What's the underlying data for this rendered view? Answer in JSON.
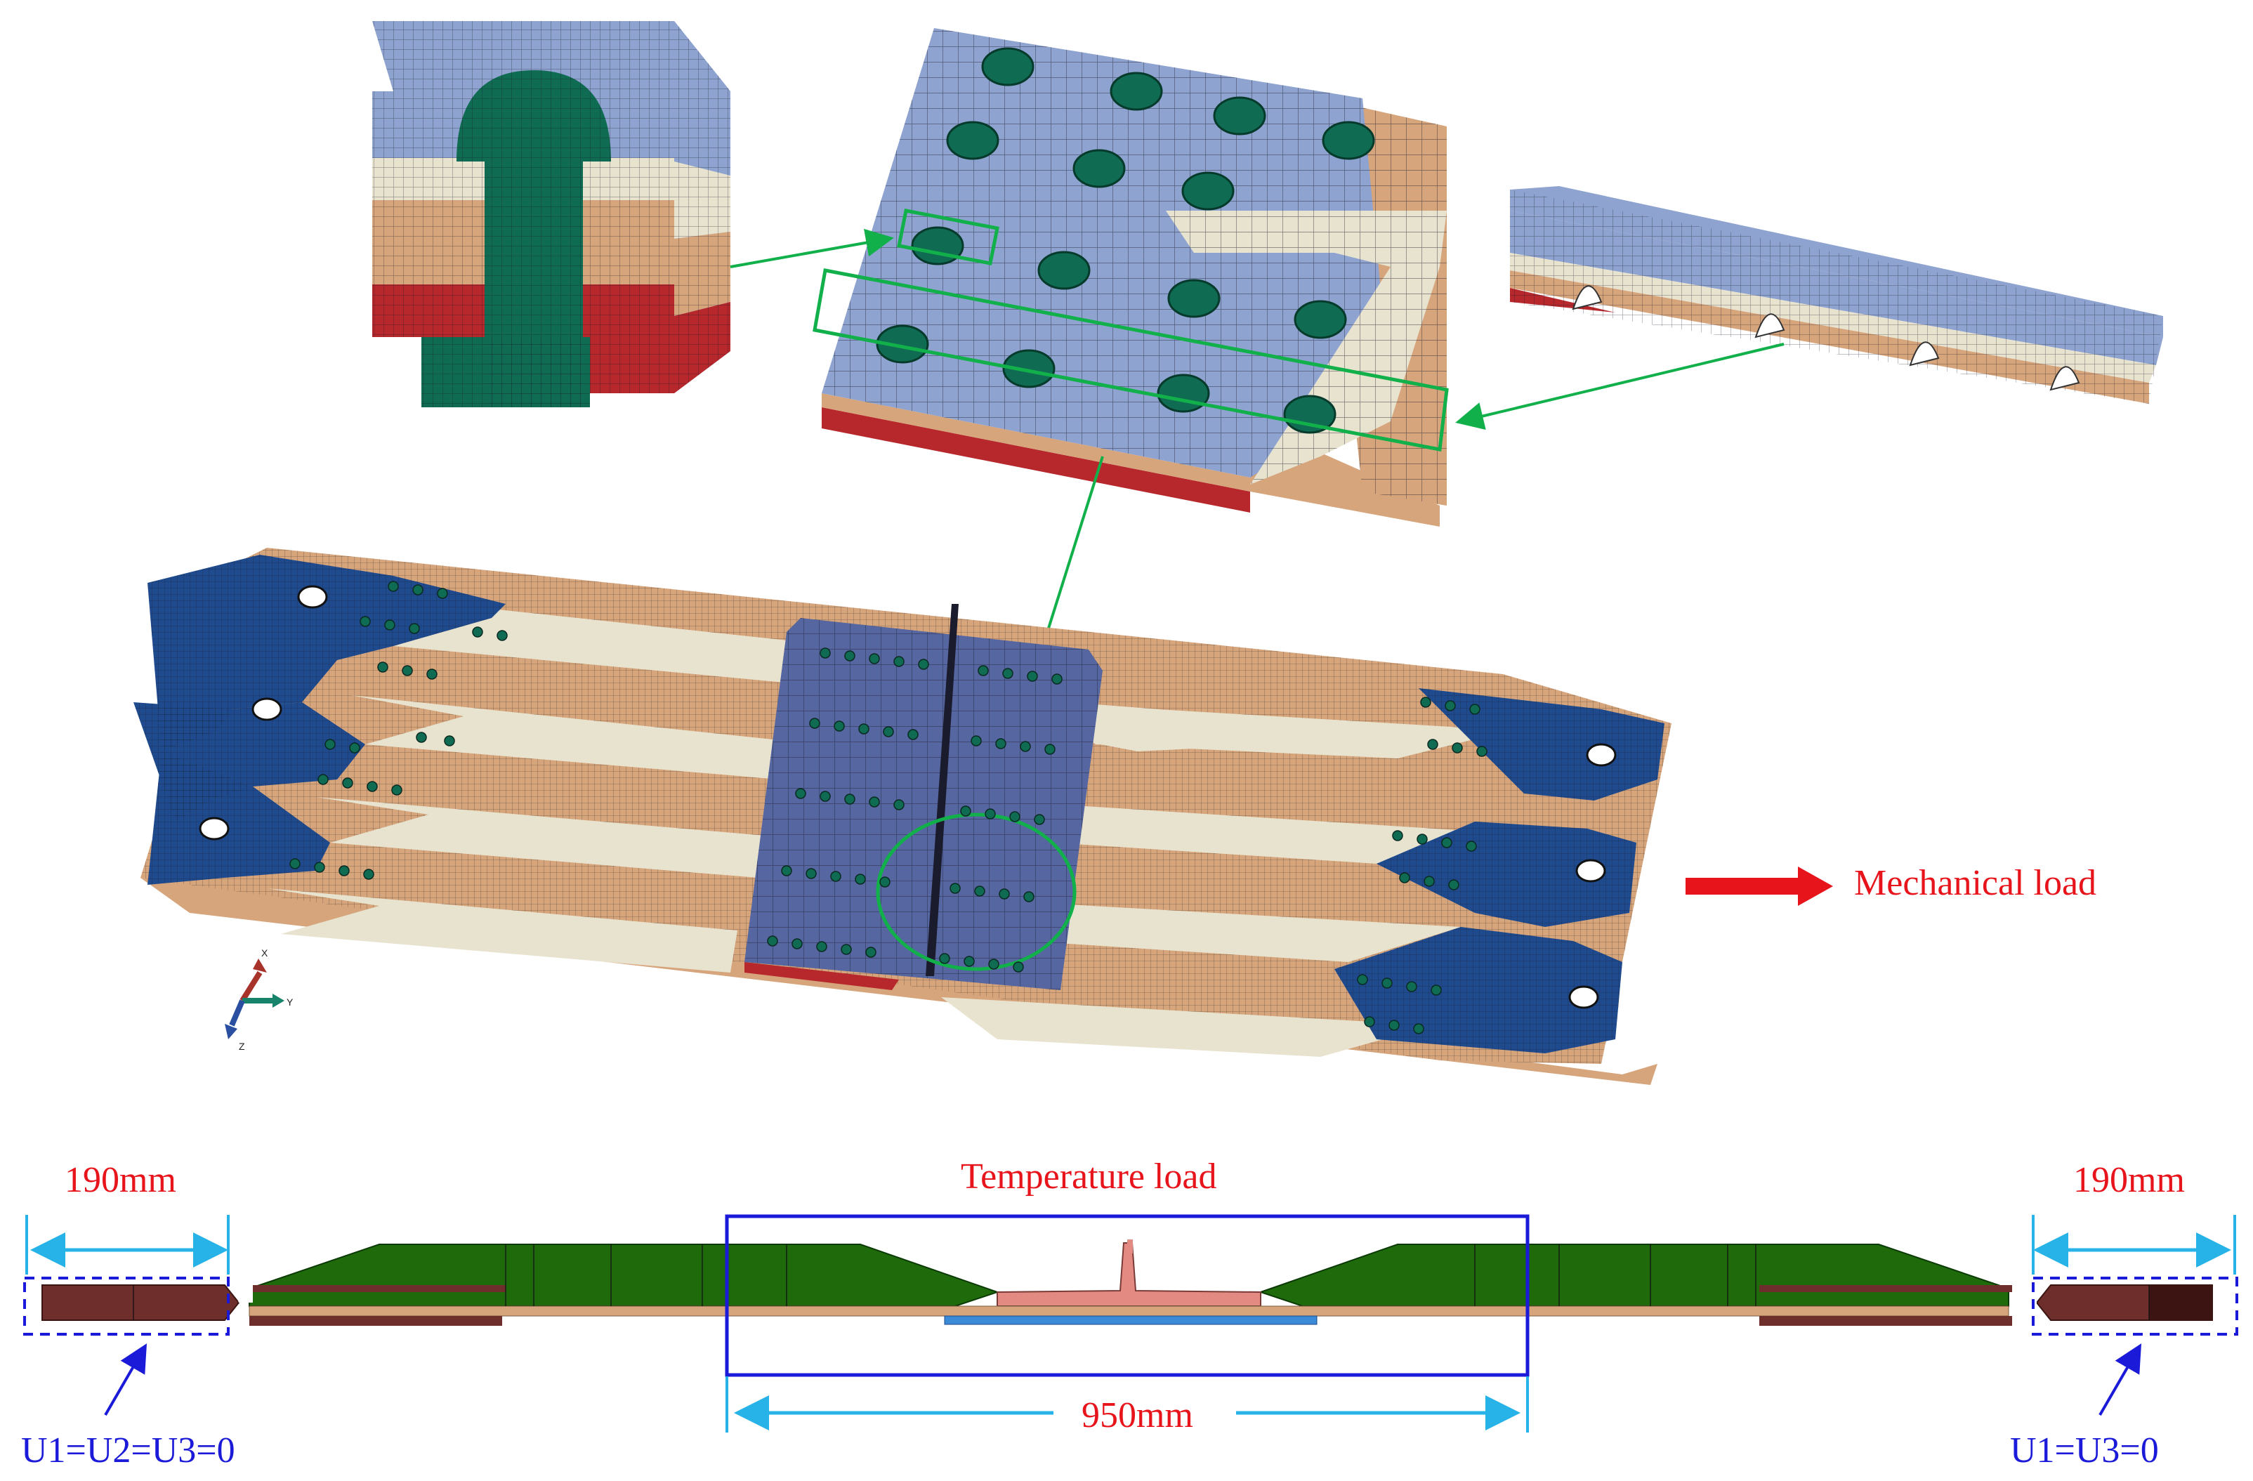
{
  "colors": {
    "surface_blue": "#8ea3cf",
    "dark_blue": "#1f4b8e",
    "fastener_green": "#0f6b52",
    "layer_cream": "#e8e3cf",
    "layer_tan": "#d7a57c",
    "layer_red": "#b7282c",
    "section_green": "#1f6b0c",
    "section_maroon": "#6e2e2b",
    "section_pink": "#e38a83",
    "section_blue": "#3b8ad8",
    "annot_green": "#12b04a",
    "annot_blue": "#1a1ad8",
    "dim_cyan": "#27b3e8",
    "text_red": "#e8141c"
  },
  "icons": [
    "triad-axis-icon",
    "load-arrow-icon"
  ],
  "labels": {
    "mechanical_load": "Mechanical load",
    "temperature_load": "Temperature load",
    "dim_left": "190mm",
    "dim_right": "190mm",
    "dim_center": "950mm",
    "bc_left": "U1=U2=U3=0",
    "bc_right": "U1=U3=0",
    "axis_x": "X",
    "axis_y": "Y",
    "axis_z": "Z"
  }
}
